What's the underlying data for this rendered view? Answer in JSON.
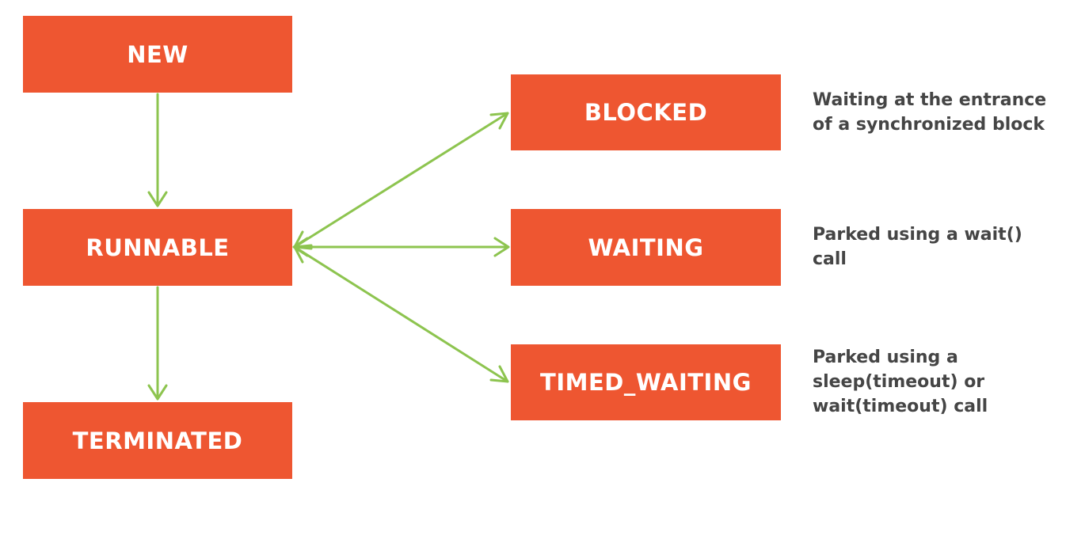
{
  "states": {
    "new": "NEW",
    "runnable": "RUNNABLE",
    "terminated": "TERMINATED",
    "blocked": "BLOCKED",
    "waiting": "WAITING",
    "timed_waiting": "TIMED_WAITING"
  },
  "descriptions": {
    "blocked": [
      "Waiting at the entrance",
      "of a synchronized block"
    ],
    "waiting": [
      "Parked using a wait()",
      "call"
    ],
    "timed_waiting": [
      "Parked using a",
      "sleep(timeout) or",
      "wait(timeout) call"
    ]
  },
  "colors": {
    "state_fill": "#ee5631",
    "state_text": "#ffffff",
    "arrow": "#8dc44f",
    "description_text": "#454545"
  }
}
